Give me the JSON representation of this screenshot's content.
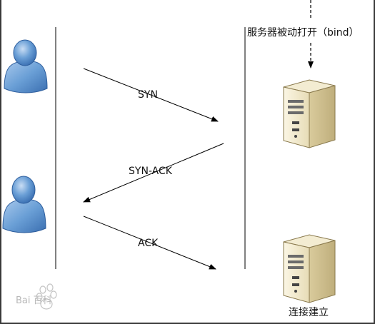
{
  "diagram": {
    "server_label_top": "服务器被动打开（bind）",
    "server_label_bottom": "连接建立",
    "messages": [
      {
        "label": "SYN",
        "direction": "client-to-server"
      },
      {
        "label": "SYN-ACK",
        "direction": "server-to-client"
      },
      {
        "label": "ACK",
        "direction": "client-to-server"
      }
    ],
    "client_icon": "user-icon",
    "server_icon": "server-tower-icon",
    "colors": {
      "person_blue": "#6a9fd6",
      "server_beige": "#efe6c8",
      "line": "#000000"
    }
  },
  "watermark": {
    "text": "Bai 百科"
  }
}
